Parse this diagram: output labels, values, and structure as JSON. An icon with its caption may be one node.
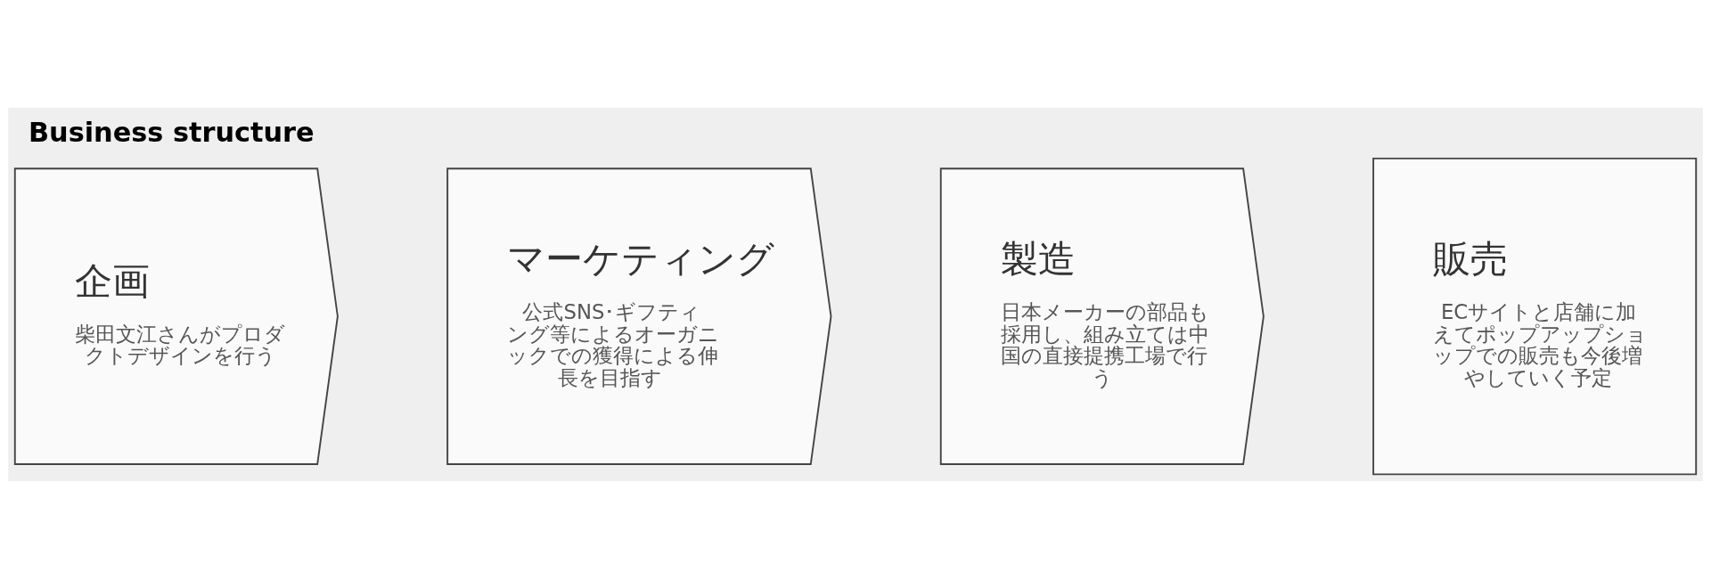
{
  "diagram": {
    "title": "Business structure",
    "nodes": [
      {
        "text": [
          "企画",
          "柴田文江さんがプロダクトデザインを行う"
        ]
      },
      {
        "text": [
          "マーケティング",
          "公式SNS･ギフティング等によるオーガニックでの獲得による伸長を目指す"
        ]
      },
      {
        "text": [
          "製造",
          "日本メーカーの部品も採用し、組み立ては中国の直接提携工場で行う"
        ]
      },
      {
        "text": [
          "販売",
          "ECサイトと店舗に加えてポップアップショップでの販売も今後増やしていく予定"
        ]
      }
    ]
  }
}
